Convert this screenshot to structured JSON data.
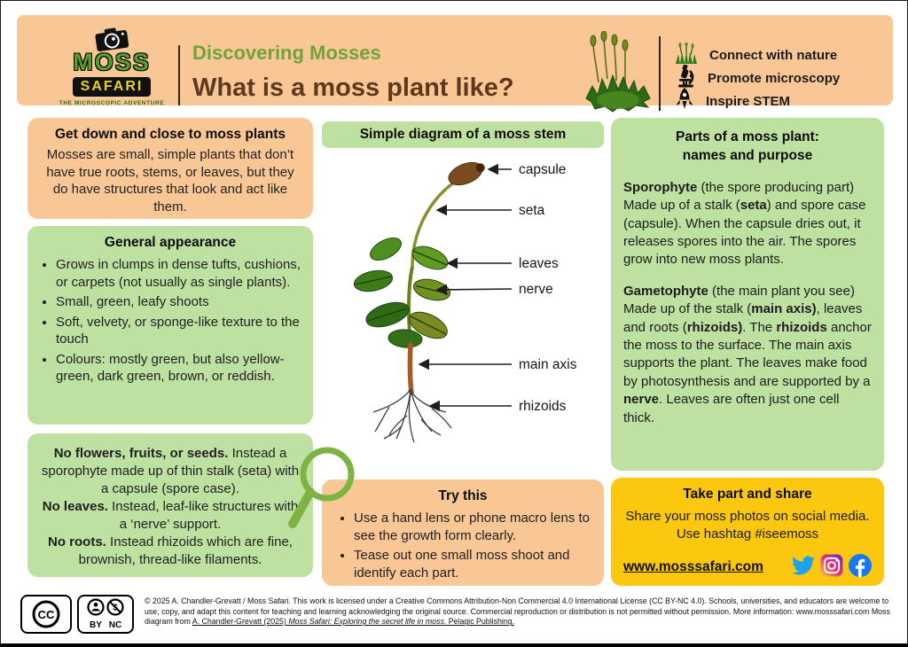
{
  "colors": {
    "header_bg": "#F9C795",
    "green_box": "#BEE0A0",
    "peach_box": "#F9C795",
    "yellow_box": "#FBC70F",
    "heading_green": "#6FA33C",
    "title_brown": "#5D3A1F",
    "twitter_blue": "#1DA1F2",
    "facebook_blue": "#1877F2",
    "magnifier_green": "#7cb342"
  },
  "header": {
    "logo": {
      "line1": "MOSS",
      "line2": "SAFARI",
      "tagline": "THE MICROSCOPIC ADVENTURE"
    },
    "subtitle": "Discovering Mosses",
    "title": "What is a moss plant like?",
    "missions": [
      {
        "icon": "moss-tuft-icon",
        "label": "Connect with nature"
      },
      {
        "icon": "microscope-icon",
        "label": "Promote microscopy"
      },
      {
        "icon": "rocket-icon",
        "label": "Inspire STEM"
      }
    ]
  },
  "left": {
    "intro": {
      "title": "Get down and close to moss plants",
      "body": "Mosses are small, simple plants that don’t have true roots, stems, or leaves, but they do have structures that look and act like them."
    },
    "appearance": {
      "title": "General appearance",
      "bullets": [
        "Grows in clumps in dense tufts, cushions, or carpets (not usually as single plants).",
        "Small, green, leafy shoots",
        "Soft, velvety, or sponge-like texture to the touch",
        "Colours:  mostly green, but also yellow-green, dark green, brown, or reddish."
      ]
    },
    "instead": {
      "lines": [
        [
          {
            "t": "No flowers, fruits, or seeds.",
            "b": true
          },
          {
            "t": " Instead a sporophyte made up of thin stalk (seta) with a capsule (spore case)."
          }
        ],
        [
          {
            "t": "No leaves.",
            "b": true
          },
          {
            "t": " Instead, leaf-like structures with a ‘nerve’ support."
          }
        ],
        [
          {
            "t": "No roots.",
            "b": true
          },
          {
            "t": " Instead rhizoids which are fine, brownish, thread-like filaments."
          }
        ]
      ]
    }
  },
  "diagram": {
    "title": "Simple diagram of a moss stem",
    "labels": {
      "capsule": "capsule",
      "seta": "seta",
      "leaves": "leaves",
      "nerve": "nerve",
      "main_axis": "main axis",
      "rhizoids": "rhizoids"
    }
  },
  "try_this": {
    "title": "Try this",
    "bullets": [
      "Use a hand lens or phone macro lens to see the growth form clearly.",
      "Tease out one small moss shoot and identify each part."
    ]
  },
  "parts": {
    "title_line1": "Parts of a moss plant:",
    "title_line2": "names and purpose",
    "p1": [
      {
        "t": "Sporophyte",
        "b": true
      },
      {
        "t": " (the spore producing part) Made up of a stalk ("
      },
      {
        "t": "seta",
        "b": true
      },
      {
        "t": ") and spore case (capsule). When the capsule dries out, it releases spores into the air. The spores grow into new moss plants."
      }
    ],
    "p2": [
      {
        "t": "Gametophyte",
        "b": true
      },
      {
        "t": " (the main plant you see) Made up of the stalk ("
      },
      {
        "t": "main axis)",
        "b": true
      },
      {
        "t": ", leaves and roots ("
      },
      {
        "t": "rhizoids)",
        "b": true
      },
      {
        "t": ". The "
      },
      {
        "t": "rhizoids",
        "b": true
      },
      {
        "t": " anchor the moss to the surface. The main axis supports the plant. The leaves make food by photosynthesis and are supported by a "
      },
      {
        "t": "nerve",
        "b": true
      },
      {
        "t": ". Leaves are often just one cell thick."
      }
    ]
  },
  "share": {
    "title": "Take part and share",
    "body": "Share your moss photos on social media. Use hashtag #iseemoss",
    "link": "www.mosssafari.com",
    "icons": [
      "twitter-icon",
      "instagram-icon",
      "facebook-icon"
    ]
  },
  "footer": {
    "badges": {
      "cc": "CC",
      "by": "BY",
      "nc": "NC"
    },
    "text": [
      {
        "t": "© 2025 A. Chandler-Grevatt / Moss Safari.  This work is licensed under a Creative Commons Attribution-Non Commercial 4.0 International License (CC BY-NC 4.0).  Schools, universities, and educators are welcome to use, copy, and adapt this content for teaching and learning acknowledging the original source. Commercial reproduction or distribution is not permitted without permission. More information: www.mosssafari.com  Moss diagram from "
      },
      {
        "t": "A. Chandler-Grevatt (2025) ",
        "u": true
      },
      {
        "t": "Moss Safari: Exploring the secret life in moss.",
        "u": true,
        "i": true
      },
      {
        "t": " Pelagic Publishing.",
        "u": true
      }
    ]
  }
}
